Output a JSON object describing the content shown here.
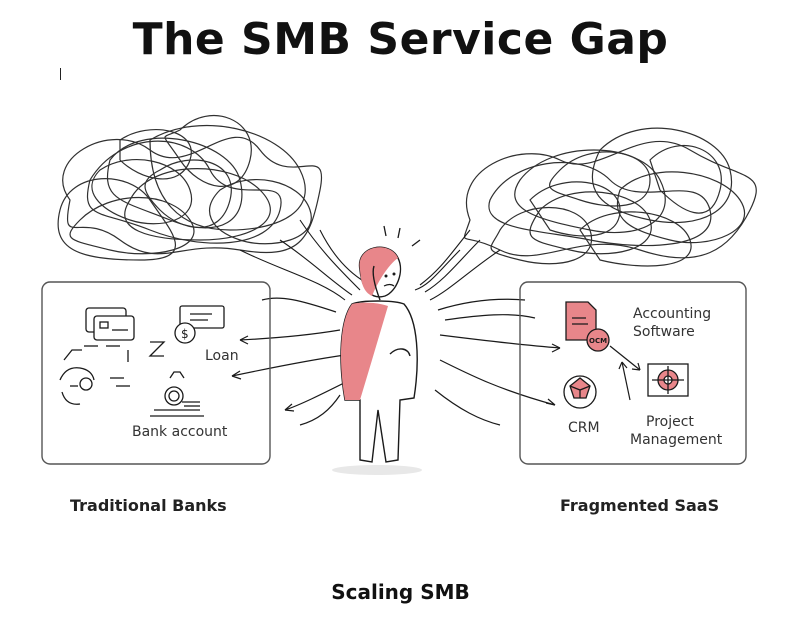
{
  "title": "The SMB Service Gap",
  "left_panel": {
    "heading": "Traditional Banks",
    "items": [
      "Loan",
      "Bank account"
    ]
  },
  "right_panel": {
    "heading": "Fragmented SaaS",
    "items": [
      "Accounting",
      "Software",
      "CRM",
      "Project",
      "Management"
    ],
    "badge": "OCM"
  },
  "center": {
    "caption": "Scaling SMB"
  },
  "colors": {
    "accent": "#e8868a",
    "ink": "#1a1a1a",
    "panel_border": "#555555"
  },
  "icons": [
    "credit-card-icon",
    "check-dollar-icon",
    "faucet-icon",
    "bank-icon",
    "crm-gem-icon",
    "document-icon",
    "project-target-icon"
  ]
}
